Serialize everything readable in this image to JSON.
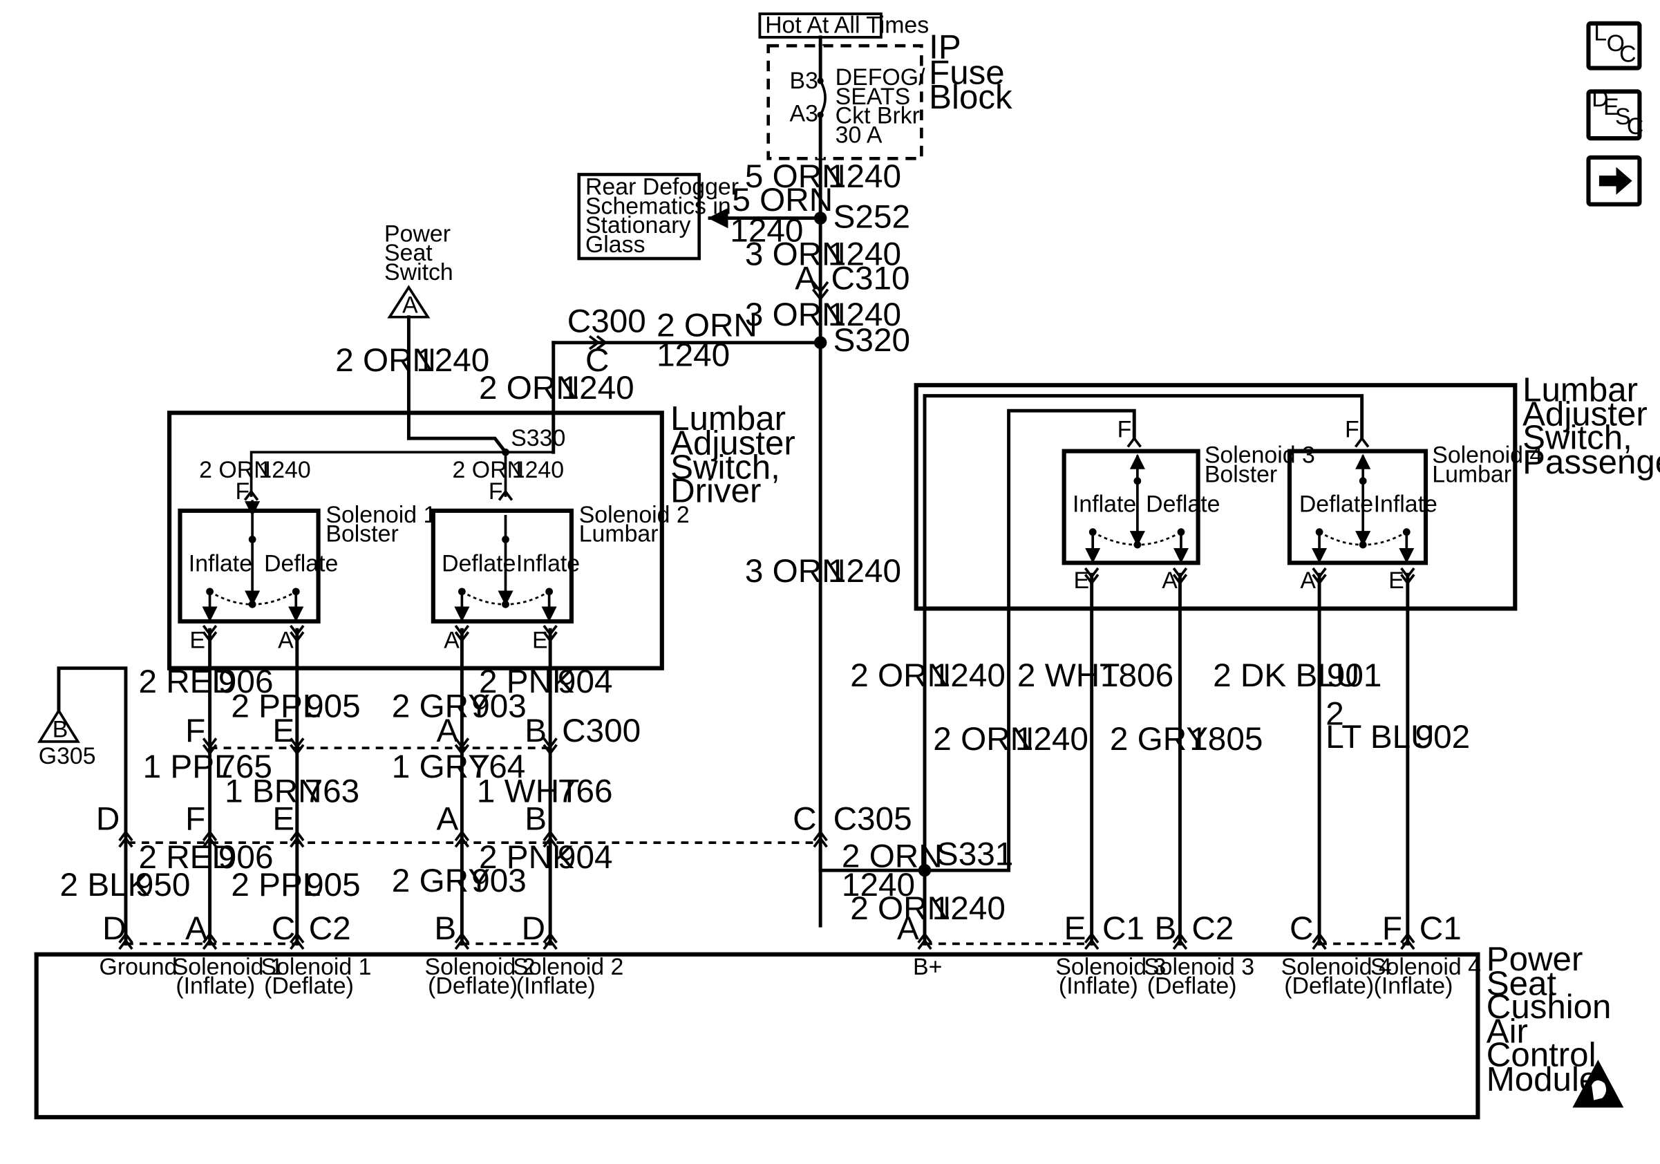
{
  "nav": {
    "loc": {
      "a": "L",
      "b": "O",
      "c": "C"
    },
    "desc": {
      "a": "D",
      "b": "E",
      "c": "S",
      "d": "C"
    }
  },
  "top": {
    "hot_label": "Hot At All Times",
    "fuse_block": [
      "IP",
      "Fuse",
      "Block"
    ],
    "breaker": {
      "pin_top": "B3",
      "pin_bottom": "A3",
      "text": [
        "DEFOG/",
        "SEATS",
        "Ckt Brkr",
        "30 A"
      ]
    }
  },
  "rear_defog_box": [
    "Rear Defogger",
    "Schematics in",
    "Stationary",
    "Glass"
  ],
  "power_seat_switch": {
    "label": [
      "Power",
      "Seat",
      "Switch"
    ],
    "ref": "A"
  },
  "ground": {
    "ref": "B",
    "id": "G305"
  },
  "splices": {
    "s252": "S252",
    "s320": "S320",
    "s330": "S330",
    "s331": "S331"
  },
  "connectors": {
    "c310": "C310",
    "c300": "C300",
    "c305": "C305",
    "c1": "C1",
    "c2": "C2",
    "c300_pin": "C",
    "c310_pin": "A",
    "c305_pin": "C"
  },
  "wires": {
    "orn5": "5 ORN",
    "orn3": "3 ORN",
    "orn2": "2 ORN",
    "c1240": "1240",
    "red906": [
      "2 RED",
      "906"
    ],
    "ppl905": [
      "2 PPL",
      "905"
    ],
    "gry903": [
      "2 GRY",
      "903"
    ],
    "pnk904": [
      "2 PNK",
      "904"
    ],
    "ppl765": [
      "1 PPL",
      "765"
    ],
    "brn763": [
      "1 BRN",
      "763"
    ],
    "gry764": [
      "1 GRY",
      "764"
    ],
    "wht766": [
      "1 WHT",
      "766"
    ],
    "blk950": [
      "2 BLK",
      "950"
    ],
    "wht1806": [
      "2 WHT",
      "1806"
    ],
    "gry1805": [
      "2 GRY",
      "1805"
    ],
    "dkblu901": [
      "2 DK BLU",
      "901"
    ],
    "ltblu902": [
      "2",
      "LT BLU",
      "902"
    ]
  },
  "driver_switch": {
    "title": [
      "Lumbar",
      "Adjuster",
      "Switch,",
      "Driver"
    ],
    "sol1": {
      "name": [
        "Solenoid 1",
        "Bolster"
      ],
      "left": "Inflate",
      "right": "Deflate"
    },
    "sol2": {
      "name": [
        "Solenoid 2",
        "Lumbar"
      ],
      "left": "Deflate",
      "right": "Inflate"
    }
  },
  "pass_switch": {
    "title": [
      "Lumbar",
      "Adjuster",
      "Switch,",
      "Passenger"
    ],
    "sol3": {
      "name": [
        "Solenoid 3",
        "Bolster"
      ],
      "left": "Inflate",
      "right": "Deflate"
    },
    "sol4": {
      "name": [
        "Solenoid 4",
        "Lumbar"
      ],
      "left": "Deflate",
      "right": "Inflate"
    }
  },
  "pins": {
    "A": "A",
    "B": "B",
    "C": "C",
    "D": "D",
    "E": "E",
    "F": "F"
  },
  "module": {
    "title": [
      "Power",
      "Seat",
      "Cushion",
      "Air",
      "Control",
      "Module"
    ],
    "bplus": "B+",
    "labels": [
      [
        "Ground",
        ""
      ],
      [
        "Solenoid 1",
        "(Inflate)"
      ],
      [
        "Solenoid 1",
        "(Deflate)"
      ],
      [
        "Solenoid 2",
        "(Deflate)"
      ],
      [
        "Solenoid 2",
        "(Inflate)"
      ],
      [
        "Solenoid 3",
        "(Inflate)"
      ],
      [
        "Solenoid 3",
        "(Deflate)"
      ],
      [
        "Solenoid 4",
        "(Deflate)"
      ],
      [
        "Solenoid 4",
        "(Inflate)"
      ]
    ]
  }
}
